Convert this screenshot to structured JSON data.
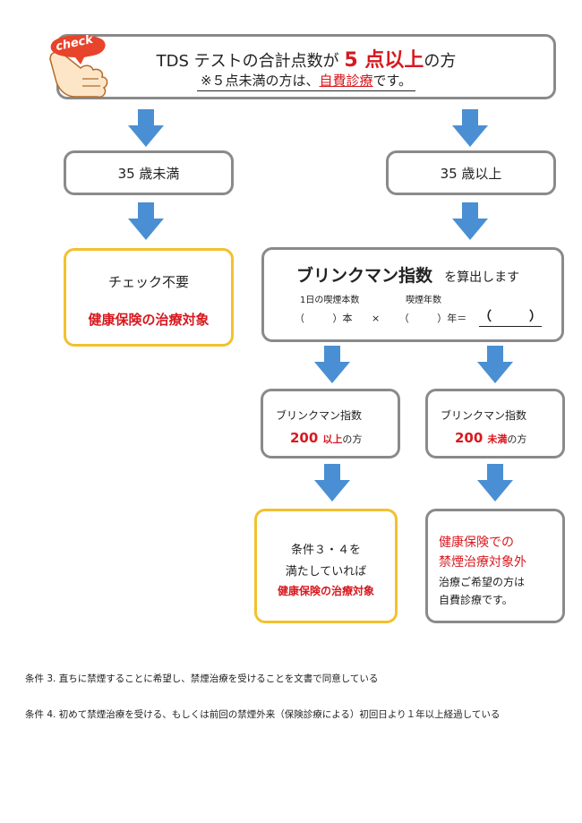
{
  "top": {
    "badge": "check",
    "line1_pre": "TDS テストの合計点数が ",
    "line1_em": "5 点以上",
    "line1_post": "の方",
    "line2_pre": "※５点未満の方は、",
    "line2_em": "自費診療",
    "line2_post": "です。"
  },
  "under35": {
    "label": "35 歳未満"
  },
  "over35": {
    "label": "35 歳以上"
  },
  "no_check": {
    "line1": "チェック不要",
    "line2": "健康保険の治療対象"
  },
  "brinkman": {
    "title": "ブリンクマン指数",
    "suffix": "を算出します",
    "col1": "1日の喫煙本数",
    "col2": "喫煙年数",
    "f_open1": "（",
    "f_close1": "）本",
    "f_times": "×",
    "f_open2": "（",
    "f_close2": "）年＝",
    "f_result": "（　　　）"
  },
  "bi_over": {
    "line1": "ブリンクマン指数",
    "num": "200",
    "qual": "以上",
    "post": "の方"
  },
  "bi_under": {
    "line1": "ブリンクマン指数",
    "num": "200",
    "qual": "未満",
    "post": "の方"
  },
  "cond_ok": {
    "line1": "条件３・４を",
    "line2": "満たしていれば",
    "line3": "健康保険の治療対象"
  },
  "cond_ng": {
    "line1": "健康保険での",
    "line2": "禁煙治療対象外",
    "line3": "治療ご希望の方は",
    "line4": "自費診療です。"
  },
  "notes": {
    "cond3": "条件 3.  直ちに禁煙することに希望し、禁煙治療を受けることを文書で同意している",
    "cond4": "条件 4.  初めて禁煙治療を受ける、もしくは前回の禁煙外来（保険診療による）初回日より１年以上経過している"
  },
  "colors": {
    "arrow": "#4a8fd3",
    "red": "#d7191f",
    "gold": "#f2c12e",
    "gray": "#8a8a8a",
    "badge": "#e8432b"
  }
}
